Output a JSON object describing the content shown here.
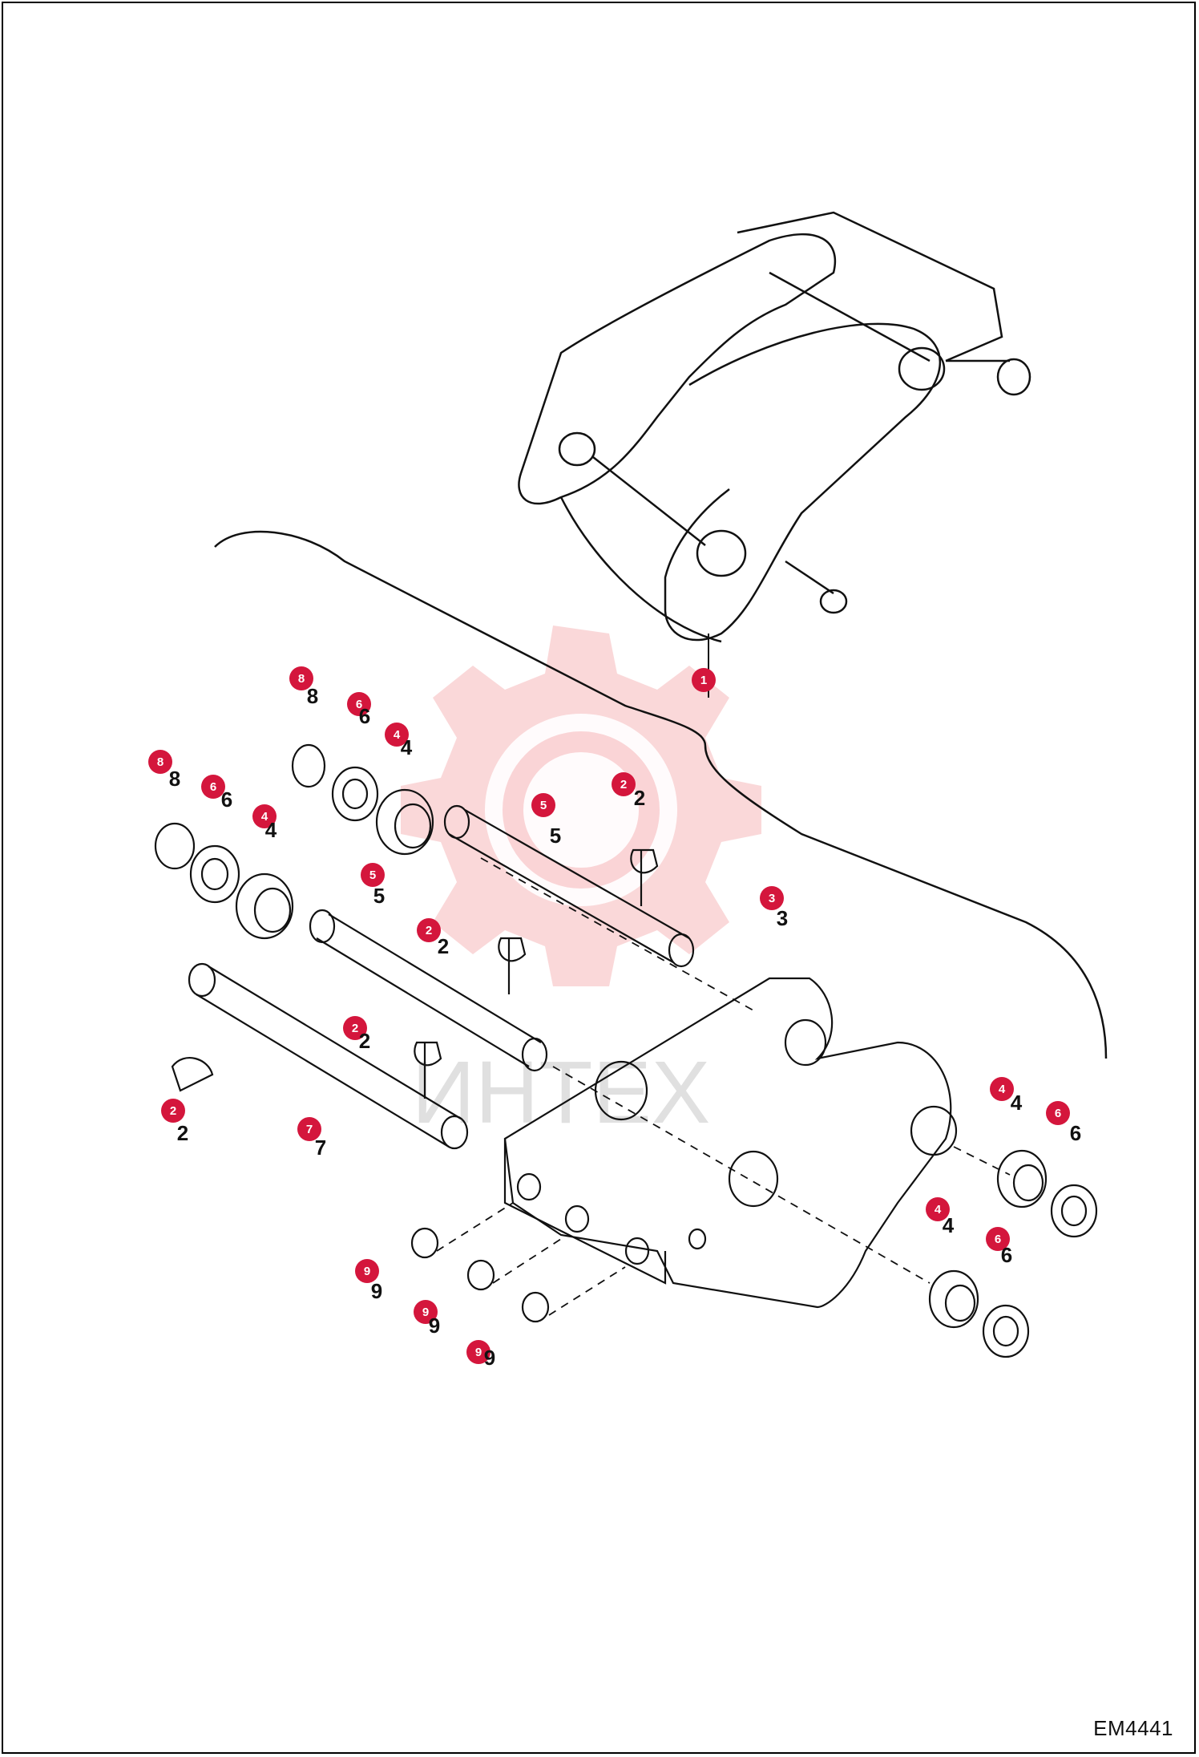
{
  "diagram_id": "EM4441",
  "watermark_text": "ИНТЕХ",
  "accent_color": "#d4163c",
  "callouts": [
    {
      "part": "1"
    },
    {
      "part": "2"
    },
    {
      "part": "2"
    },
    {
      "part": "2"
    },
    {
      "part": "2"
    },
    {
      "part": "3"
    },
    {
      "part": "4"
    },
    {
      "part": "4"
    },
    {
      "part": "4"
    },
    {
      "part": "4"
    },
    {
      "part": "5"
    },
    {
      "part": "5"
    },
    {
      "part": "6"
    },
    {
      "part": "6"
    },
    {
      "part": "6"
    },
    {
      "part": "6"
    },
    {
      "part": "7"
    },
    {
      "part": "8"
    },
    {
      "part": "8"
    },
    {
      "part": "9"
    },
    {
      "part": "9"
    },
    {
      "part": "9"
    }
  ]
}
